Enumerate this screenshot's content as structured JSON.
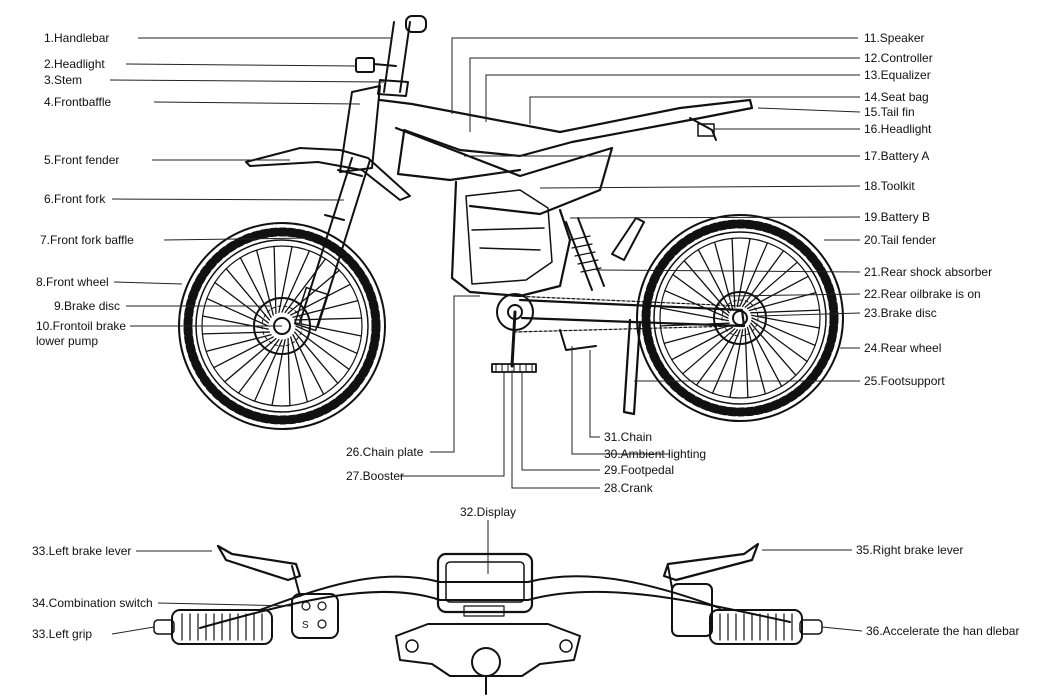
{
  "labels": [
    {
      "id": "handlebar",
      "text": "1.Handlebar"
    },
    {
      "id": "headlight",
      "text": "2.Headlight"
    },
    {
      "id": "stem",
      "text": "3.Stem"
    },
    {
      "id": "frontbaffle",
      "text": "4.Frontbaffle"
    },
    {
      "id": "front-fender",
      "text": "5.Front fender"
    },
    {
      "id": "front-fork",
      "text": "6.Front fork"
    },
    {
      "id": "front-fork-baffle",
      "text": "7.Front fork baffle"
    },
    {
      "id": "front-wheel",
      "text": "8.Front wheel"
    },
    {
      "id": "brake-disc-front",
      "text": "9.Brake disc"
    },
    {
      "id": "frontoil-brake-1",
      "text": "10.Frontoil brake"
    },
    {
      "id": "frontoil-brake-2",
      "text": "lower pump"
    },
    {
      "id": "speaker",
      "text": "11.Speaker"
    },
    {
      "id": "controller",
      "text": "12.Controller"
    },
    {
      "id": "equalizer",
      "text": "13.Equalizer"
    },
    {
      "id": "seat-bag",
      "text": "14.Seat bag"
    },
    {
      "id": "tail-fin",
      "text": "15.Tail fin"
    },
    {
      "id": "headlight-rear",
      "text": "16.Headlight"
    },
    {
      "id": "battery-a",
      "text": "17.Battery A"
    },
    {
      "id": "toolkit",
      "text": "18.Toolkit"
    },
    {
      "id": "battery-b",
      "text": "19.Battery B"
    },
    {
      "id": "tail-fender",
      "text": "20.Tail fender"
    },
    {
      "id": "rear-shock",
      "text": "21.Rear shock absorber"
    },
    {
      "id": "rear-oilbrake",
      "text": "22.Rear oilbrake is on"
    },
    {
      "id": "brake-disc-rear",
      "text": "23.Brake disc"
    },
    {
      "id": "rear-wheel",
      "text": "24.Rear wheel"
    },
    {
      "id": "footsupport",
      "text": "25.Footsupport"
    },
    {
      "id": "chain-plate",
      "text": "26.Chain plate"
    },
    {
      "id": "booster",
      "text": "27.Booster"
    },
    {
      "id": "crank",
      "text": "28.Crank"
    },
    {
      "id": "footpedal",
      "text": "29.Footpedal"
    },
    {
      "id": "ambient-lighting",
      "text": "30.Ambient lighting"
    },
    {
      "id": "chain",
      "text": "31.Chain"
    },
    {
      "id": "display",
      "text": "32.Display"
    },
    {
      "id": "left-brake-lever",
      "text": "33.Left brake lever"
    },
    {
      "id": "combination-switch",
      "text": "34.Combination switch"
    },
    {
      "id": "left-grip",
      "text": "33.Left grip"
    },
    {
      "id": "right-brake-lever",
      "text": "35.Right brake lever"
    },
    {
      "id": "accelerate-handlebar",
      "text": "36.Accelerate the han dlebar"
    }
  ],
  "switch_button_letter": "S"
}
